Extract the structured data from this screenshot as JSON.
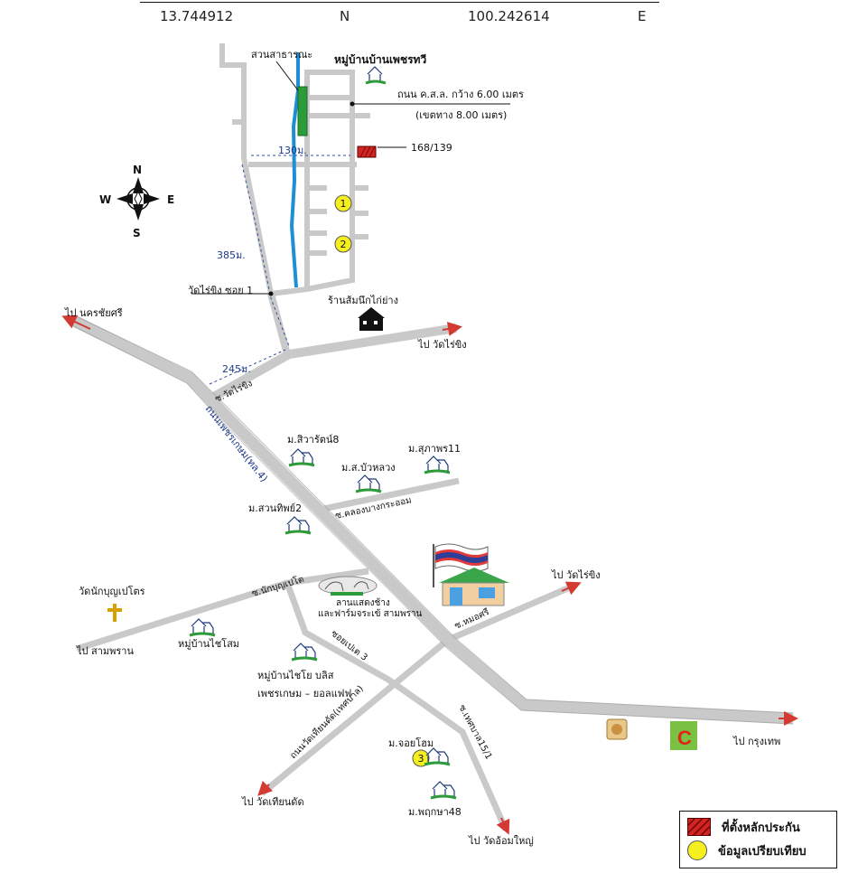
{
  "coords": {
    "lat": "13.744912",
    "lat_dir": "N",
    "lon": "100.242614",
    "lon_dir": "E"
  },
  "compass": {
    "n": "N",
    "s": "S",
    "e": "E",
    "w": "W"
  },
  "labels": {
    "public_park": "สวนสาธารณะ",
    "village_phetchawi": "หมู่บ้านบ้านเพชรทวี",
    "road_concrete": "ถนน ค.ส.ล. กว้าง 6.00 เมตร",
    "road_right_of_way": "(เขตทาง 8.00 เมตร)",
    "property_number": "168/139",
    "dist_130": "130ม.",
    "dist_385": "385ม.",
    "dist_245": "245ม.",
    "wat_rai_khing_soi1": "วัดไร่ขิง ซอย 1",
    "grilled_chicken_shop": "ร้านส้มนึกไก่ย่าง",
    "to_nakhon_chai_si": "ไป นครชัยศรี",
    "to_wat_rai_khing_1": "ไป วัดไร่ขิง",
    "soi_wat_rai_khing": "ซ.วัดไร่ขิง",
    "phet_kasem_road": "ถนนเพชรเกษม(ทล.4)",
    "m_siwarat8": "ม.สิวารัตน์8",
    "m_sor_bua_luang": "ม.ส.บัวหลวง",
    "m_suphaphon11": "ม.สุภาพร11",
    "m_suan_thip2": "ม.สวนทิพย์2",
    "soi_khlong_bang_kra_om": "ซ.คลองบางกระออม",
    "wat_nakboon": "วัดนักบุญเปโตร",
    "soi_nakboon": "ซ.นักบุญเปโต",
    "elephant_show": "ลานแสดงช้าง",
    "crocodile_farm": "และฟาร์มจระเข้ สามพราน",
    "to_wat_rai_khing_2": "ไป วัดไร่ขิง",
    "soi_mo_si": "ซ.หมอศรี",
    "to_sam_phran": "ไป สามพราน",
    "village_chaisom": "หมู่บ้านไชโสม",
    "soi_bet3": "ซอยเปเต 3",
    "village_chaiyo_1": "หมู่บ้านไชโย บลิส",
    "village_chaiyo_2": "เพชรเกษม – ยอลแฟฟ",
    "wat_thian_dat_road": "ถนนวัดเทียนดัด(เทศบาล)",
    "soi_thetsaban": "ซ.เทศบาล15/1",
    "m_joy_home": "ม.จอยโฮม",
    "m_phruksa48": "ม.พฤกษา48",
    "to_wat_thian_dat": "ไป วัดเทียนดัด",
    "to_wat_om_yai": "ไป วัดอ้อมใหญ่",
    "to_bangkok": "ไป กรุงเทพ"
  },
  "markers": {
    "m1": "1",
    "m2": "2",
    "m3": "3"
  },
  "legend": {
    "property_location": "ที่ตั้งหลักประกัน",
    "comparison_data": "ข้อมูลเปรียบเทียบ"
  },
  "colors": {
    "road": "#c9c9c9",
    "road_edge": "#9a9a9a",
    "canal": "#1e8fd6",
    "park": "#2e9b3a",
    "arrow": "#d23a32",
    "marker": "#f6ef1e",
    "property": "#d32424"
  }
}
